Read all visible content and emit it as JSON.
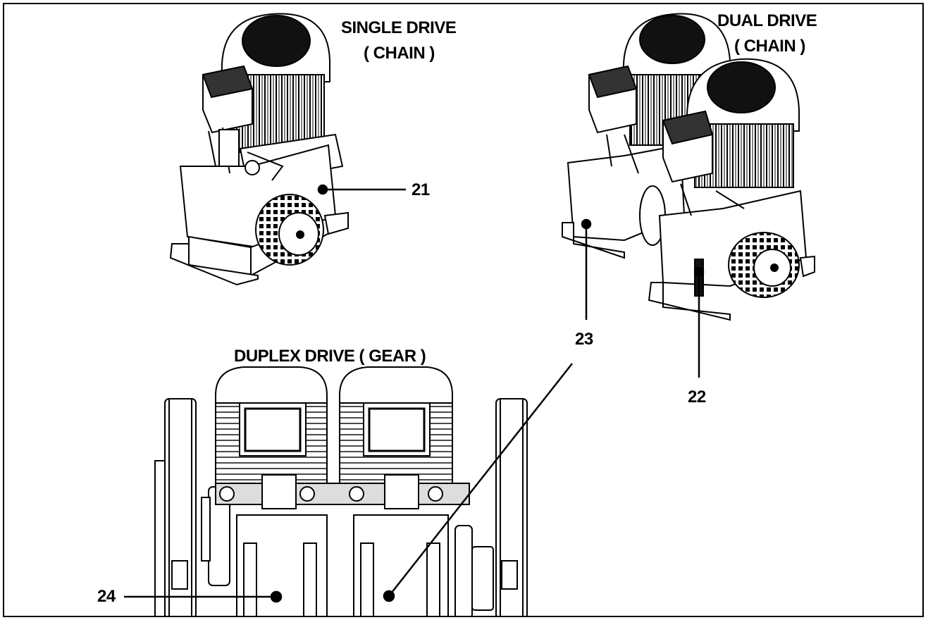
{
  "diagram": {
    "labels": {
      "single_drive_line1": "SINGLE DRIVE",
      "single_drive_line2": "( CHAIN )",
      "dual_drive_line1": "DUAL DRIVE",
      "dual_drive_line2": "( CHAIN )",
      "duplex_drive": "DUPLEX DRIVE ( GEAR )"
    },
    "callouts": {
      "c21": "21",
      "c22": "22",
      "c23": "23",
      "c24": "24"
    },
    "colors": {
      "ink": "#000000",
      "paper": "#ffffff",
      "shade": "#1a1a1a"
    }
  }
}
